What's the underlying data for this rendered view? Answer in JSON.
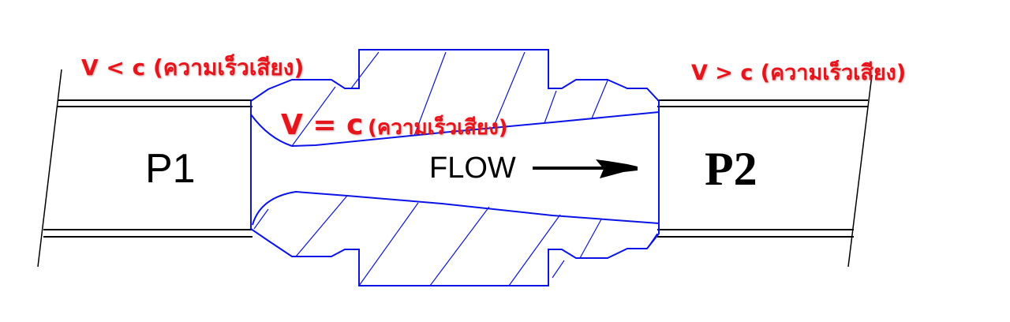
{
  "labels": {
    "upstream": "V < c (ความเร็วเสียง)",
    "throat_main": "V = c",
    "throat_note": "(ความเร็วเสียง)",
    "downstream": "V > c (ความเร็วเสียง)",
    "p1": "P1",
    "p2": "P2",
    "flow": "FLOW"
  },
  "colors": {
    "nozzle": "#0a14e6",
    "label": "#e8141b",
    "pipe": "#000000"
  }
}
